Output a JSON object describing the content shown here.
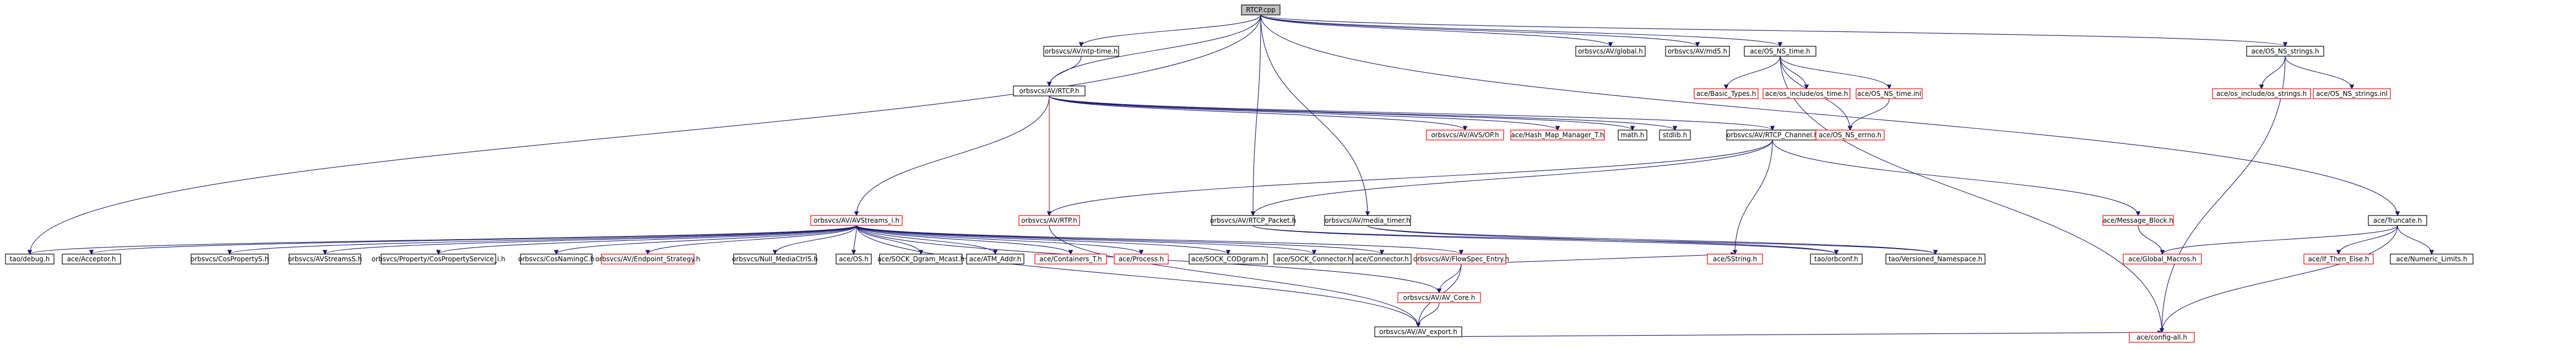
{
  "title": "RTCP.cpp",
  "colors": {
    "edge": "#191970",
    "edge_alt": "#8b1a1a",
    "border_normal": "#000000",
    "border_truncated": "#ff0000",
    "root_fill": "#bfbfbf"
  },
  "nodes": {
    "root": "RTCP.cpp",
    "ntp_time": "orbsvcs/AV/ntp-time.h",
    "global": "orbsvcs/AV/global.h",
    "md5": "orbsvcs/AV/md5.h",
    "os_ns_time": "ace/OS_NS_time.h",
    "os_ns_strings": "ace/OS_NS_strings.h",
    "rtcp_h": "orbsvcs/AV/RTCP.h",
    "basic_types": "ace/Basic_Types.h",
    "os_include_time": "ace/os_include/os_time.h",
    "os_ns_time_inl": "ace/OS_NS_time.inl",
    "os_include_strings": "ace/os_include/os_strings.h",
    "os_ns_strings_inl": "ace/OS_NS_strings.inl",
    "av_idl": "orbsvcs/AV/AVS/OP.h",
    "hash_map": "ace/Hash_Map_Manager_T.h",
    "math_h": "math.h",
    "stdlib_h": "stdlib.h",
    "rtcp_channel": "orbsvcs/AV/RTCP_Channel.h",
    "os_ns_errno": "ace/OS_NS_errno.h",
    "truncate": "ace/Truncate.h",
    "avstreams_i": "orbsvcs/AV/AVStreams_i.h",
    "rtp_h": "orbsvcs/AV/RTP.h",
    "rtcp_packet": "orbsvcs/AV/RTCP_Packet.h",
    "media_timer": "orbsvcs/AV/media_timer.h",
    "message_block": "ace/Message_Block.h",
    "debug_h": "tao/debug.h",
    "acceptor": "ace/Acceptor.h",
    "cosproperty_s": "orbsvcs/CosPropertyS.h",
    "avstreams_s": "orbsvcs/AVStreamsS.h",
    "property_service": "orbsvcs/Property/CosPropertyService_i.h",
    "cosnaming_c": "orbsvcs/CosNamingC.h",
    "endpoint_strategy": "orbsvcs/AV/Endpoint_Strategy.h",
    "null_mediactrl": "orbsvcs/Null_MediaCtrlS.h",
    "ace_os": "ace/OS.h",
    "sock_dgram_mcast": "ace/SOCK_Dgram_Mcast.h",
    "atm_addr": "ace/ATM_Addr.h",
    "containers": "ace/Containers_T.h",
    "process": "ace/Process.h",
    "sock_codgram": "ace/SOCK_CODgram.h",
    "sock_connector": "ace/SOCK_Connector.h",
    "connector": "ace/Connector.h",
    "flowspec_entry": "orbsvcs/AV/FlowSpec_Entry.h",
    "sstring": "ace/SString.h",
    "orbconf": "tao/orbconf.h",
    "versioned_namespace": "tao/Versioned_Namespace.h",
    "global_macros": "ace/Global_Macros.h",
    "if_then_else": "ace/If_Then_Else.h",
    "numeric_limits": "ace/Numeric_Limits.h",
    "av_core": "orbsvcs/AV/AV_Core.h",
    "av_export": "orbsvcs/AV/AV_export.h",
    "config_all": "ace/config-all.h"
  }
}
